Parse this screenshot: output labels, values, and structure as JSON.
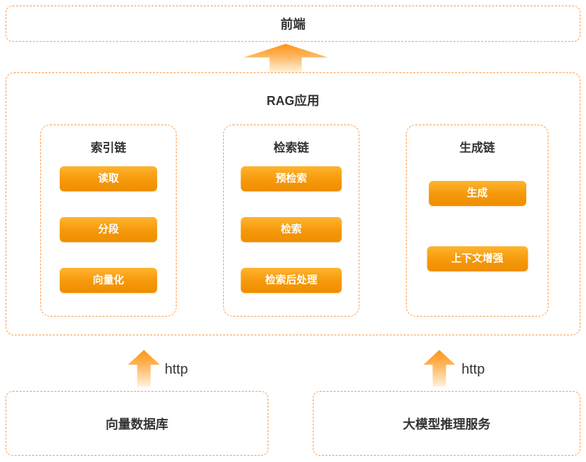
{
  "colors": {
    "dashed_border": "#ff9a45",
    "node_gradient_top": "#ffb42e",
    "node_gradient_bottom": "#ef8e02",
    "arrow_orange": "#ff9312",
    "text": "#333333",
    "node_text": "#ffffff"
  },
  "frontend": {
    "label": "前端"
  },
  "rag": {
    "title": "RAG应用",
    "chains": [
      {
        "title": "索引链",
        "items": [
          "读取",
          "分段",
          "向量化"
        ]
      },
      {
        "title": "检索链",
        "items": [
          "预检索",
          "检索",
          "检索后处理"
        ]
      },
      {
        "title": "生成链",
        "items": [
          "生成",
          "上下文增强"
        ]
      }
    ]
  },
  "connections": {
    "left_http_label": "http",
    "right_http_label": "http"
  },
  "backends": [
    {
      "label": "向量数据库"
    },
    {
      "label": "大模型推理服务"
    }
  ]
}
